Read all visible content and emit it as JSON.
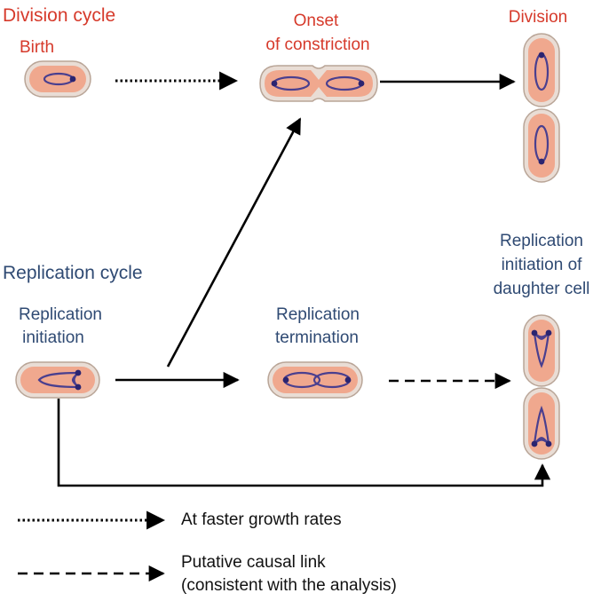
{
  "division_cycle": {
    "title": "Division cycle",
    "birth_label": "Birth",
    "onset_label_line1": "Onset",
    "onset_label_line2": "of constriction",
    "division_label": "Division"
  },
  "replication_cycle": {
    "title": "Replication cycle",
    "initiation_label_line1": "Replication",
    "initiation_label_line2": "initiation",
    "termination_label_line1": "Replication",
    "termination_label_line2": "termination",
    "daughter_label_line1": "Replication",
    "daughter_label_line2": "initiation of",
    "daughter_label_line3": "daughter cell"
  },
  "legend": {
    "dotted_label": "At faster growth rates",
    "dashed_label_line1": "Putative causal link",
    "dashed_label_line2": "(consistent with the analysis)"
  },
  "colors": {
    "division_text": "#d63a2b",
    "replication_text": "#2f4a73",
    "cell_fill": "#f0a88e",
    "cell_outline": "#c0a898",
    "chromosome": "#4a3f8f",
    "arrow": "#000000"
  }
}
